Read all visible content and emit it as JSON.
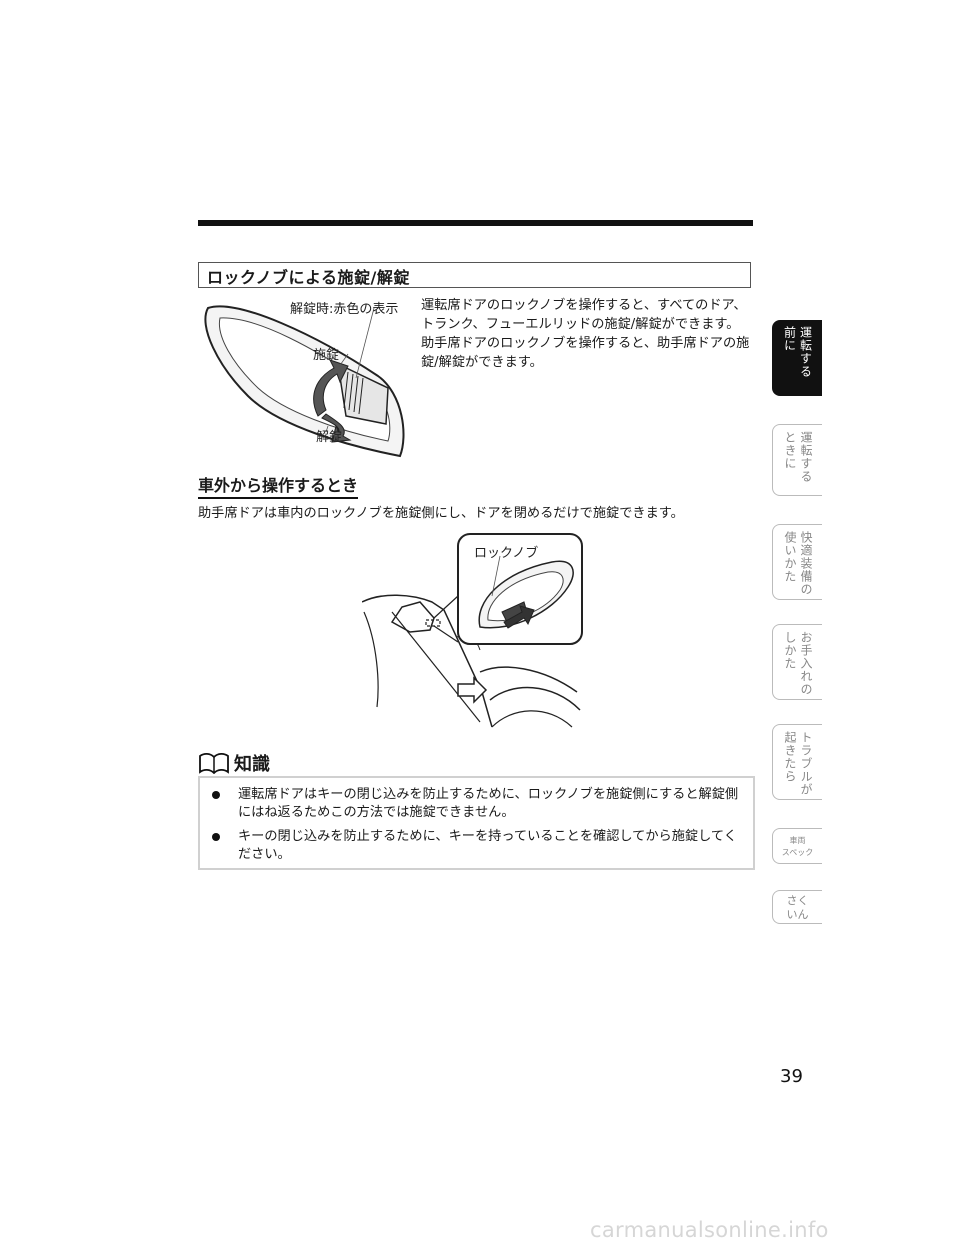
{
  "section": {
    "title": "ロックノブによる施錠/解錠"
  },
  "illustration1": {
    "callout_unlock_color": "解錠時:赤色の表示",
    "callout_lock": "施錠",
    "callout_unlock": "解錠"
  },
  "intro": {
    "para1": "運転席ドアのロックノブを操作すると、すべてのドア、トランク、フューエルリッドの施錠/解錠ができます。",
    "para2": "助手席ドアのロックノブを操作すると、助手席ドアの施錠/解錠ができます。"
  },
  "outside": {
    "heading": "車外から操作するとき",
    "body": "助手席ドアは車内のロックノブを施錠側にし、ドアを閉めるだけで施錠できます。"
  },
  "illustration2": {
    "callout_knob": "ロックノブ"
  },
  "knowledge": {
    "label": "知識",
    "items": [
      "運転席ドアはキーの閉じ込みを防止するために、ロックノブを施錠側にすると解錠側にはね返るためこの方法では施錠できません。",
      "キーの閉じ込みを防止するために、キーを持っていることを確認してから施錠してください。"
    ]
  },
  "tabs": [
    {
      "col1": "運転する",
      "col2": "前に"
    },
    {
      "col1": "運転する",
      "col2": "ときに"
    },
    {
      "col1": "快適装備の",
      "col2": "使いかた"
    },
    {
      "col1": "お手入れの",
      "col2": "しかた"
    },
    {
      "col1": "トラブルが",
      "col2": "起きたら"
    },
    {
      "row1": "車両",
      "row2": "スペック"
    },
    {
      "row1": "さく",
      "row2": "いん"
    }
  ],
  "page_number": "39",
  "watermark": "carmanualsonline.info"
}
